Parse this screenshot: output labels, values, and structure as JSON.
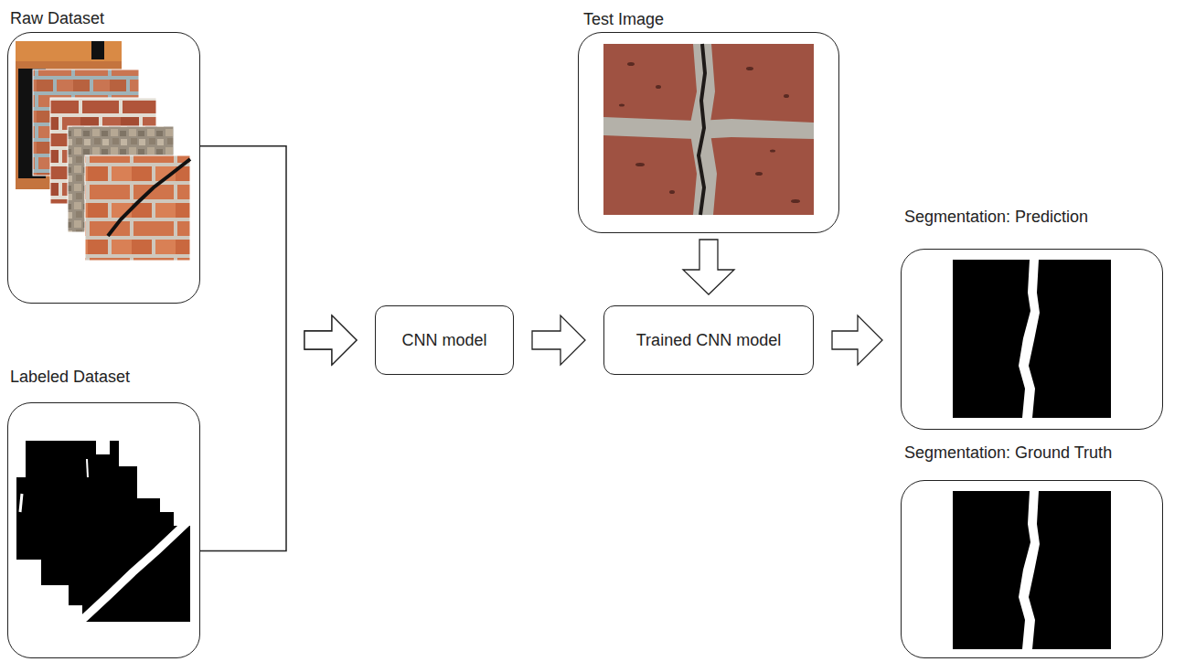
{
  "diagram": {
    "nodes": [
      {
        "text": [
          "Raw Dataset"
        ]
      },
      {
        "text": [
          "Labeled Dataset"
        ]
      },
      {
        "text": [
          "CNN model"
        ]
      },
      {
        "text": [
          "Test Image"
        ]
      },
      {
        "text": [
          "Trained CNN model"
        ]
      },
      {
        "text": [
          "Segmentation: Prediction"
        ]
      },
      {
        "text": [
          "Segmentation: Ground Truth"
        ]
      }
    ],
    "edges": [
      {
        "from": 0,
        "to": 2,
        "arrow": "to"
      },
      {
        "from": 1,
        "to": 2,
        "arrow": "to"
      },
      {
        "from": 2,
        "to": 4,
        "arrow": "to"
      },
      {
        "from": 3,
        "to": 4,
        "arrow": "to"
      },
      {
        "from": 4,
        "to": 5,
        "arrow": "to"
      }
    ]
  }
}
